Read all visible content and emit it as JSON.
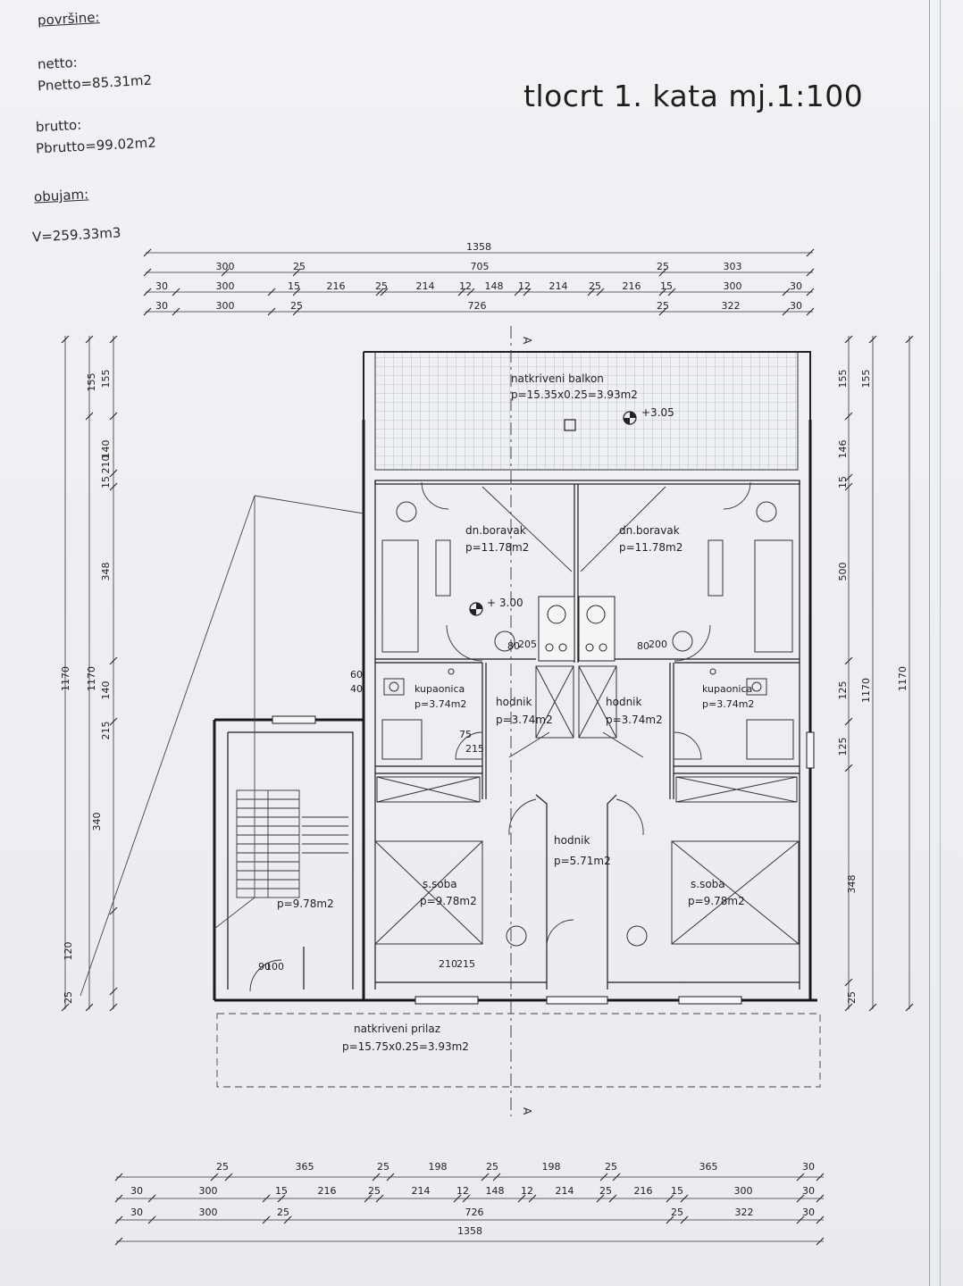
{
  "notes": {
    "heading": "površine:",
    "netto_label": "netto:",
    "netto_value": "Pnetto=85.31m2",
    "brutto_label": "brutto:",
    "brutto_value": "Pbrutto=99.02m2",
    "volume_label": "obujam:",
    "volume_value": "V=259.33m3"
  },
  "title": "tlocrt 1. kata mj.1:100",
  "section_marker": "A",
  "elevations": {
    "balcony": "+3.05",
    "floor": "+ 3.00"
  },
  "rooms": {
    "balcony_name": "natkriveni balkon",
    "balcony_area": "p=15.35x0.25=3.93m2",
    "living_left_name": "dn.boravak",
    "living_left_area": "p=11.78m2",
    "living_right_name": "dn.boravak",
    "living_right_area": "p=11.78m2",
    "bath_left_name": "kupaonica",
    "bath_left_area": "p=3.74m2",
    "bath_right_name": "kupaonica",
    "bath_right_area": "p=3.74m2",
    "hall_left_name": "hodnik",
    "hall_left_area": "p=3.74m2",
    "hall_right_name": "hodnik",
    "hall_right_area": "p=3.74m2",
    "hall_center_name": "hodnik",
    "hall_center_area": "p=5.71m2",
    "bed_left_name": "s.soba",
    "bed_left_area": "p=9.78m2",
    "bed_right_name": "s.soba",
    "bed_right_area": "p=9.78m2",
    "stair_area": "p=9.78m2",
    "approach_name": "natkriveni prilaz",
    "approach_area": "p=15.75x0.25=3.93m2"
  },
  "dims_top": {
    "row1": [
      "1358"
    ],
    "row2": [
      "300",
      "25",
      "705",
      "25",
      "303"
    ],
    "row3": [
      "30",
      "300",
      "15",
      "216",
      "25",
      "214",
      "12",
      "148",
      "12",
      "214",
      "25",
      "216",
      "15",
      "300",
      "30"
    ],
    "row4": [
      "30",
      "300",
      "25",
      "726",
      "25",
      "322",
      "30"
    ]
  },
  "dims_bottom": {
    "row1": [
      "25",
      "365",
      "25",
      "198",
      "25",
      "198",
      "25",
      "365",
      "30"
    ],
    "row2": [
      "30",
      "300",
      "15",
      "216",
      "25",
      "214",
      "12",
      "148",
      "12",
      "214",
      "25",
      "216",
      "15",
      "300",
      "30"
    ],
    "row3": [
      "30",
      "300",
      "25",
      "726",
      "25",
      "322",
      "30"
    ],
    "row4": [
      "1358"
    ]
  },
  "dims_left": [
    "1170",
    "1170",
    "210",
    "155",
    "155",
    "140",
    "15",
    "348",
    "140",
    "215",
    "340",
    "120",
    "25"
  ],
  "dims_right": [
    "155",
    "155",
    "146",
    "15",
    "500",
    "125",
    "125",
    "348",
    "25",
    "1170",
    "1170"
  ],
  "door_labels": [
    "80",
    "205",
    "75",
    "215",
    "60",
    "40",
    "90",
    "100",
    "210",
    "215",
    "80",
    "200"
  ]
}
